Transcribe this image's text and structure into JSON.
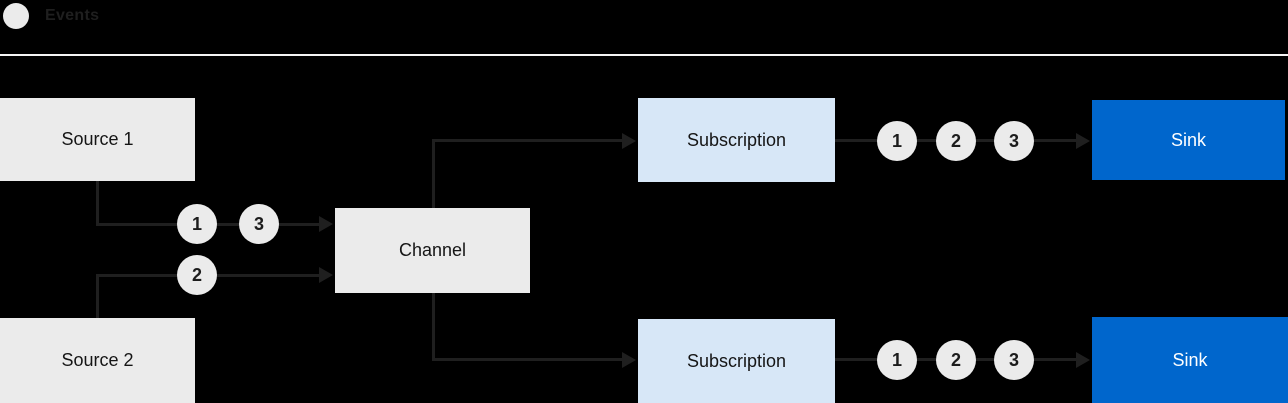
{
  "legend": {
    "label": "Events"
  },
  "colors": {
    "background": "#000000",
    "connector": "#1f1f1f",
    "node_gray": "#ebebeb",
    "node_light_blue": "#d7e7f7",
    "node_blue": "#0066cc",
    "text_dark": "#151515",
    "text_light": "#ffffff",
    "separator": "#f5f5f5",
    "event_circle": "#ebebeb"
  },
  "nodes": {
    "source1": {
      "label": "Source 1"
    },
    "source2": {
      "label": "Source 2"
    },
    "channel": {
      "label": "Channel"
    },
    "subscription_top": {
      "label": "Subscription"
    },
    "subscription_bottom": {
      "label": "Subscription"
    },
    "sink_top": {
      "label": "Sink"
    },
    "sink_bottom": {
      "label": "Sink"
    }
  },
  "event_markers": {
    "source1_to_channel": [
      "1",
      "3"
    ],
    "source2_to_channel": [
      "2"
    ],
    "subscription_top_to_sink": [
      "1",
      "2",
      "3"
    ],
    "subscription_bottom_to_sink": [
      "1",
      "2",
      "3"
    ]
  }
}
